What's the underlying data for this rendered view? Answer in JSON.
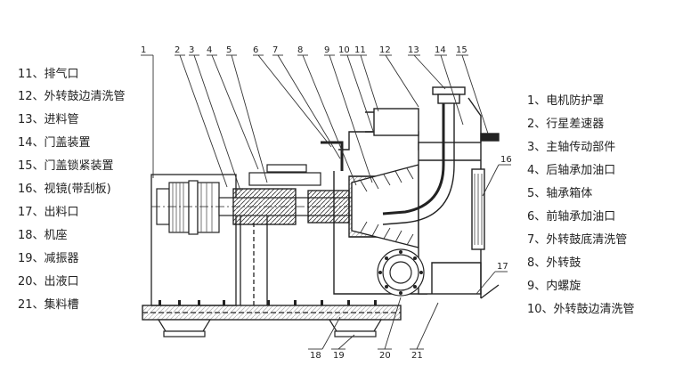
{
  "legend_left": [
    "11、排气口",
    "12、外转鼓边清洗管",
    "13、进料管",
    "14、门盖装置",
    "15、门盖锁紧装置",
    "16、视镜(带刮板)",
    "17、出料口",
    "18、机座",
    "19、减振器",
    "20、出液口",
    "21、集料槽"
  ],
  "legend_right": [
    "1、电机防护罩",
    "2、行星差速器",
    "3、主轴传动部件",
    "4、后轴承加油口",
    "5、轴承箱体",
    "6、前轴承加油口",
    "7、外转鼓底清洗管",
    "8、外转鼓",
    "9、内螺旋",
    "10、外转鼓边清洗管"
  ],
  "callouts_top": [
    "1",
    "2",
    "3",
    "4",
    "5",
    "6",
    "7",
    "8",
    "9",
    "10",
    "11",
    "12",
    "13",
    "14",
    "15"
  ],
  "callouts_side": [
    "16",
    "17"
  ],
  "callouts_bottom": [
    "18",
    "19",
    "20",
    "21"
  ]
}
